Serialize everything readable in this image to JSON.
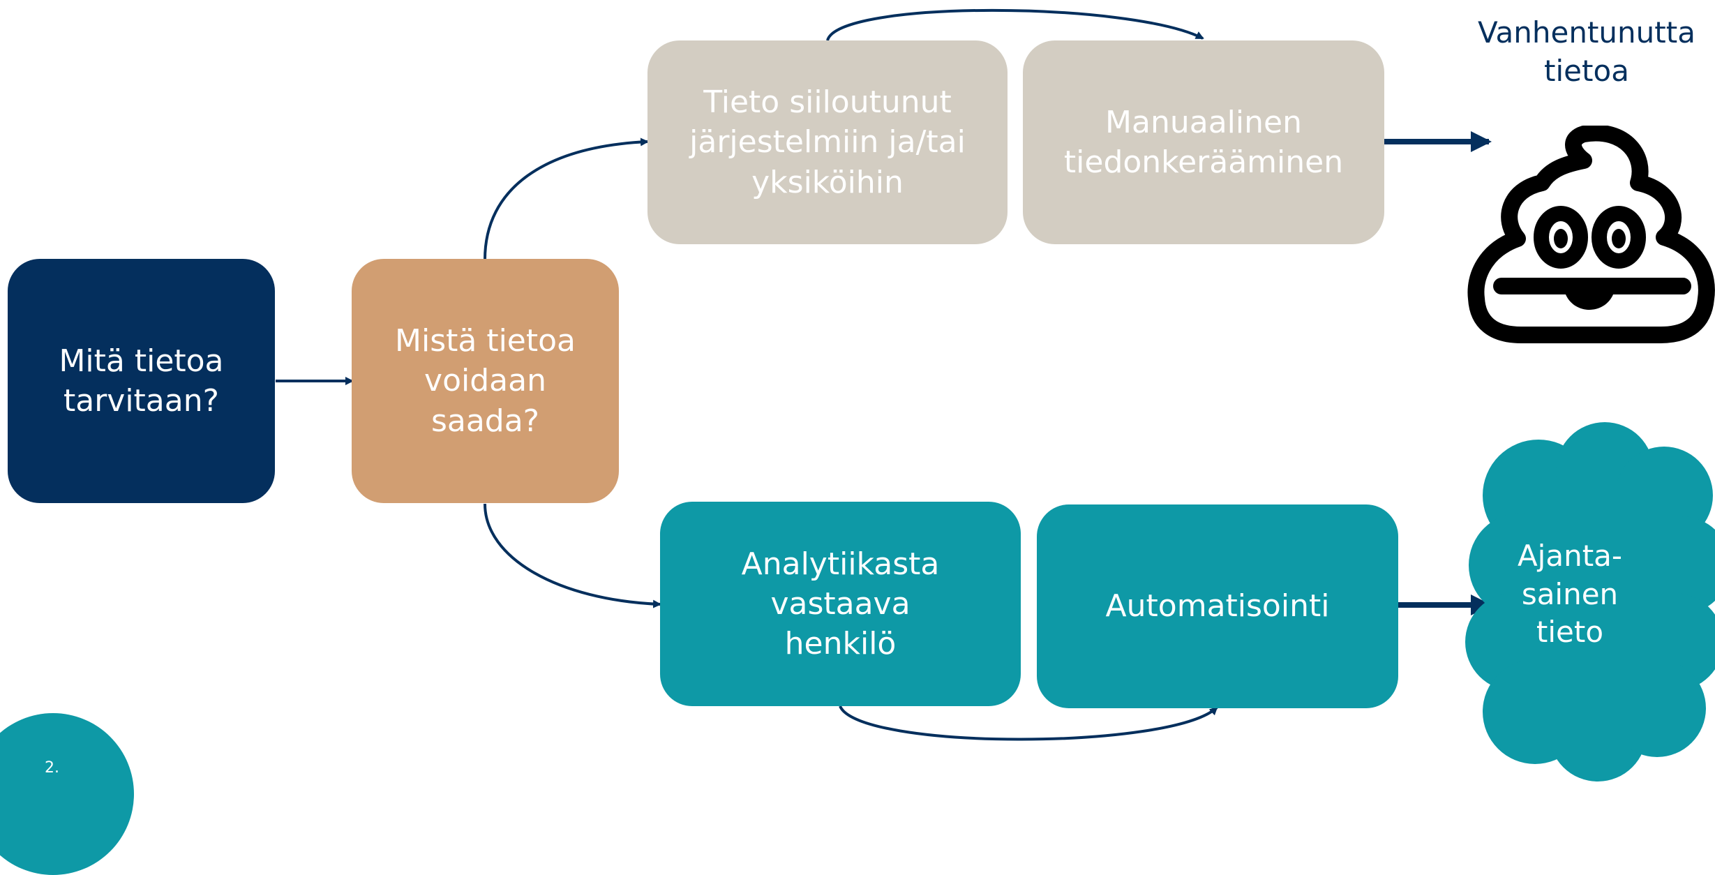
{
  "nodes": {
    "question": "Mitä tietoa\ntarvitaan?",
    "source": "Mistä tietoa\nvoidaan saada?",
    "siloed": "Tieto siiloutunut\njärjestelmiin ja/tai\nyksiköihin",
    "manual": "Manuaalinen\ntiedonkerääminen",
    "analyst": "Analytiikasta vastaava\nhenkilö",
    "automation": "Automatisointi"
  },
  "outcomes": {
    "outdated": "Vanhentunutta\ntietoa",
    "timely": "Ajanta-\nsainen\ntieto"
  },
  "page_number": "2.",
  "colors": {
    "navy": "#042f5d",
    "tan": "#d19e72",
    "beige": "#d3cdc2",
    "teal": "#0e99a6",
    "icon": "#000000"
  },
  "icons": [
    "poop-emoji-icon",
    "cloud-shape"
  ]
}
